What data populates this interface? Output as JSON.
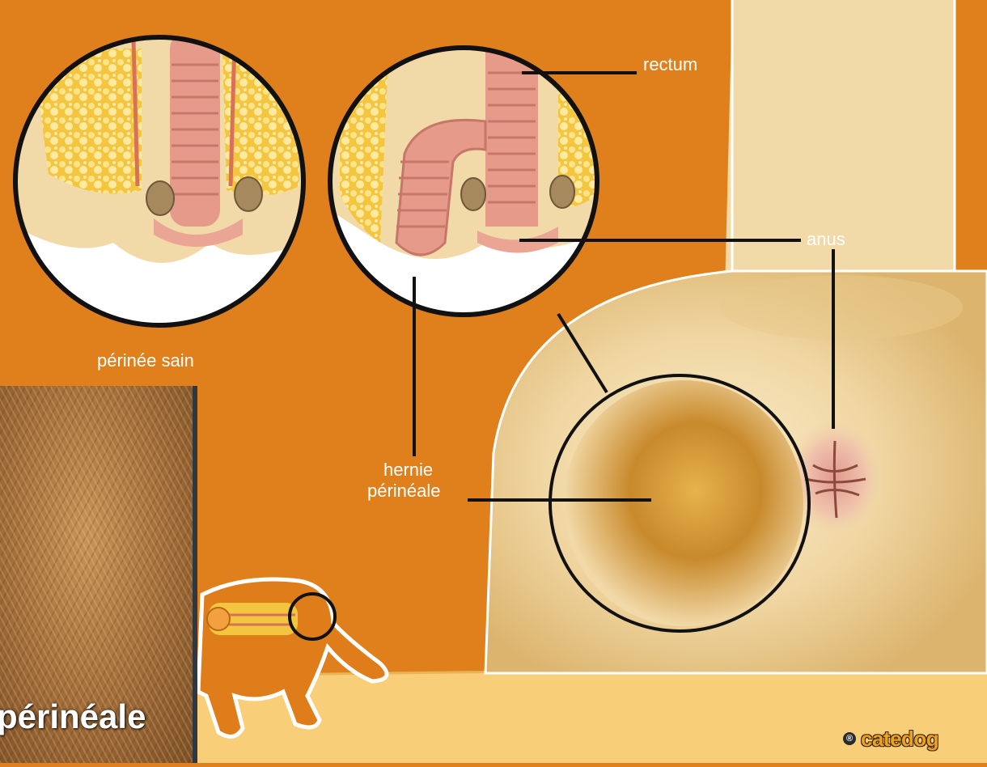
{
  "labels": {
    "rectum": "rectum",
    "anus": "anus",
    "healthy_perineum": "périnée sain",
    "hernia_line1": "hernie",
    "hernia_line2": "périnéale"
  },
  "thumbnail": {
    "caption": "périnéale"
  },
  "brand": {
    "registered": "®",
    "name": "catedog"
  },
  "colors": {
    "background": "#e0801c",
    "label_text": "#ffffff",
    "leader_line": "#111111",
    "skin": "#f2d9a8",
    "rectum_pink": "#e59a8a",
    "fat_yellow": "#f6cf52",
    "hernia_fur": "#c88a2c",
    "footer_band": "#f8cf78"
  }
}
